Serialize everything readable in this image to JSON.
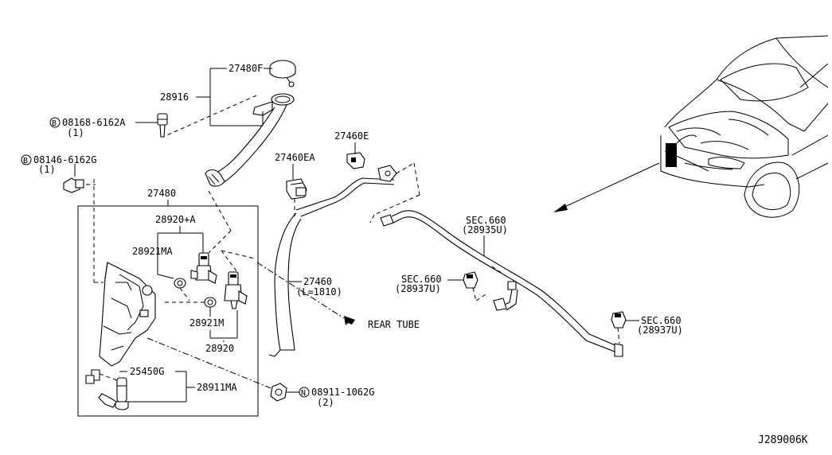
{
  "labels": {
    "p27480F": "27480F",
    "p28916": "28916",
    "bolt1": "08168-6162A",
    "bolt1_qty": "(1)",
    "bolt2": "08146-6162G",
    "bolt2_qty": "(1)",
    "p27480": "27480",
    "p28920A": "28920+A",
    "p28921MA": "28921MA",
    "p28921M": "28921M",
    "p28920": "28920",
    "p25450G": "25450G",
    "p28911MA": "28911MA",
    "nut": "08911-1062G",
    "nut_qty": "(2)",
    "p27460EA": "27460EA",
    "p27460E": "27460E",
    "p27460": "27460",
    "p27460_len": "(L=1810)",
    "rear_tube": "REAR TUBE",
    "sec1": "SEC.660",
    "sec1_ref": "(28935U)",
    "sec2": "SEC.660",
    "sec2_ref": "(28937U)",
    "sec3": "SEC.660",
    "sec3_ref": "(28937U)",
    "diagram_id": "J289006K"
  },
  "markers": {
    "bolt1": "B",
    "bolt2": "B",
    "nut": "N"
  }
}
